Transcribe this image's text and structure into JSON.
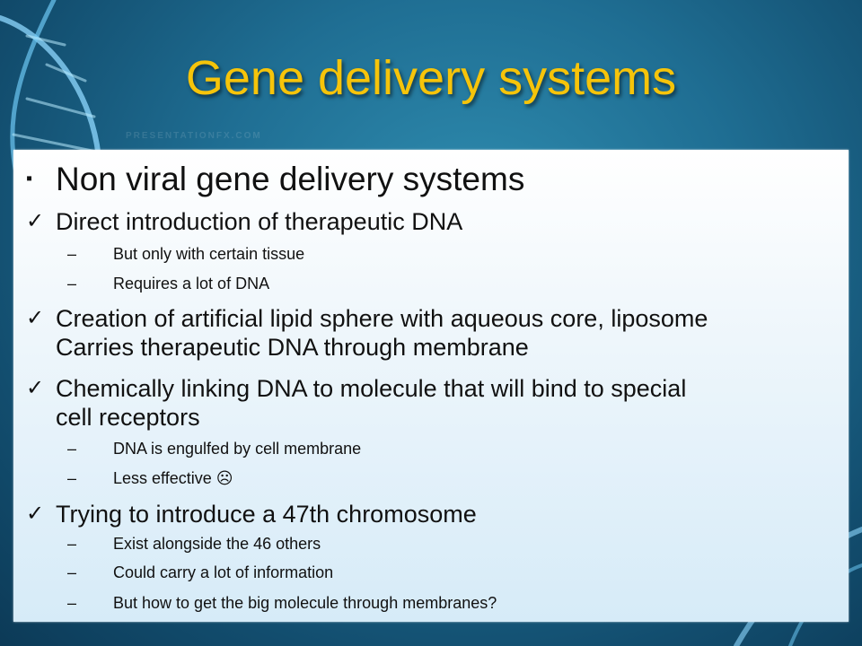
{
  "slide": {
    "title": "Gene delivery systems",
    "watermark": "PRESENTATIONFX.COM",
    "heading": {
      "marker": "▪",
      "text": "Non viral gene delivery systems"
    },
    "items": [
      {
        "marker": "✓",
        "text": "Direct introduction of therapeutic DNA"
      },
      {
        "marker": "–",
        "text": "But only with certain tissue"
      },
      {
        "marker": "–",
        "text": "Requires a lot of DNA"
      },
      {
        "marker": "✓",
        "line1": "Creation of artificial lipid sphere with aqueous core, liposome",
        "line2": "Carries therapeutic DNA through membrane"
      },
      {
        "marker": "✓",
        "line1": "Chemically linking DNA to molecule that will bind to special",
        "line2": "cell receptors"
      },
      {
        "marker": "–",
        "text": "DNA is engulfed by cell membrane"
      },
      {
        "marker": "–",
        "text": "Less effective ☹"
      },
      {
        "marker": "✓",
        "text": "Trying to introduce a 47th chromosome"
      },
      {
        "marker": "–",
        "text": "Exist alongside the 46 others"
      },
      {
        "marker": "–",
        "text": "Could carry a lot of information"
      },
      {
        "marker": "–",
        "text": "But how to get the big molecule through membranes?"
      }
    ]
  },
  "colors": {
    "title": "#f6c40a",
    "background": "#1f6e93",
    "panel": "#e8f3fa",
    "text": "#111111"
  }
}
